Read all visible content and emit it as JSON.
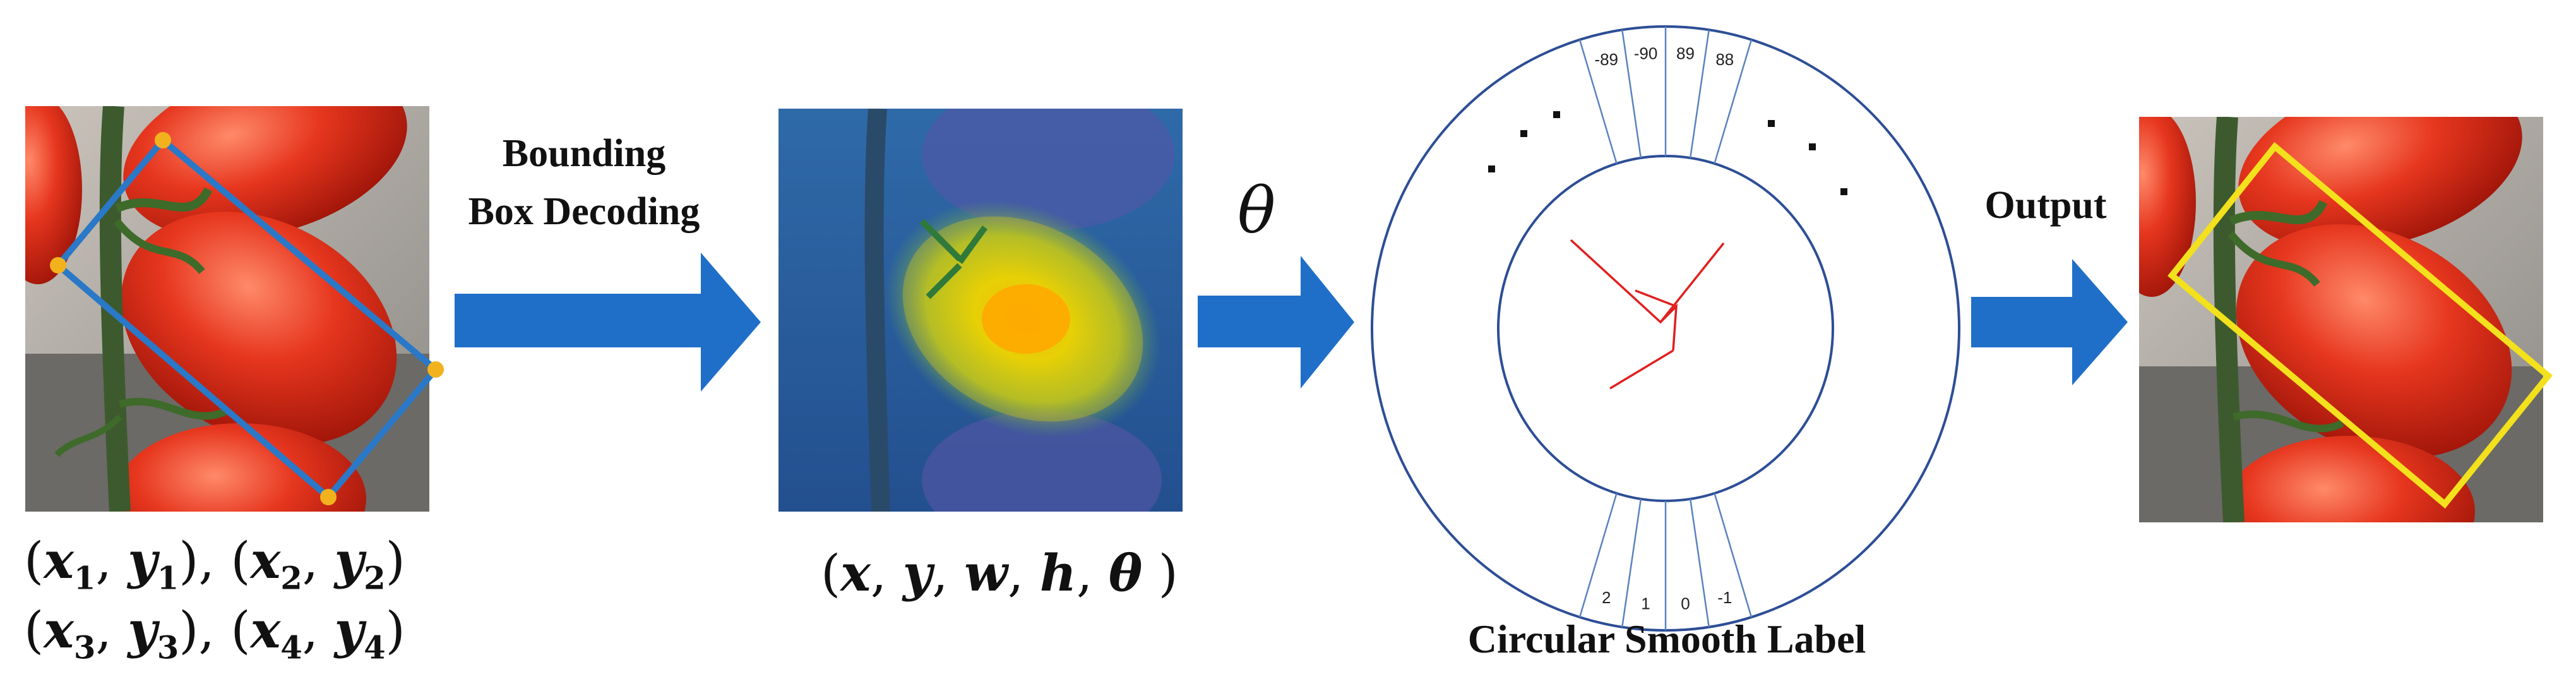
{
  "title": "",
  "labels": {
    "bbox_decoding_line1": "Bounding",
    "bbox_decoding_line2": "Box Decoding",
    "theta": "θ",
    "output": "Output",
    "circular_smooth_label": "Circular Smooth Label"
  },
  "formulas": {
    "corners_row1": [
      {
        "var": "x",
        "sub": "1"
      },
      {
        "var": "y",
        "sub": "1"
      },
      {
        "var": "x",
        "sub": "2"
      },
      {
        "var": "y",
        "sub": "2"
      }
    ],
    "corners_row2": [
      {
        "var": "x",
        "sub": "3"
      },
      {
        "var": "y",
        "sub": "3"
      },
      {
        "var": "x",
        "sub": "4"
      },
      {
        "var": "y",
        "sub": "4"
      }
    ],
    "params": [
      "x",
      "y",
      "w",
      "h",
      "θ"
    ]
  },
  "wheel": {
    "top_ticks": [
      "-89",
      "-90",
      "89",
      "88"
    ],
    "bottom_ticks": [
      "-1",
      "0",
      "1",
      "2"
    ]
  },
  "colors": {
    "arrow": "#1f6fc9",
    "input_box": "#2a78c8",
    "corner_dot": "#f2b21e",
    "output_box": "#f2e11c",
    "wheel_line": "#2d4e96",
    "angle_lines": "#e02020",
    "tomato": "#e2321c"
  }
}
